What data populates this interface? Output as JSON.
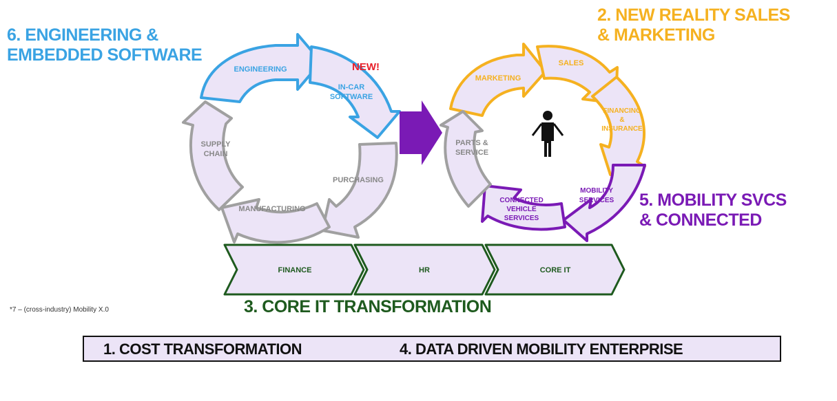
{
  "headings": {
    "engineering": [
      "6. ENGINEERING &",
      "EMBEDDED SOFTWARE"
    ],
    "sales": [
      "2. NEW REALITY SALES",
      "& MARKETING"
    ],
    "mobility": [
      "5. MOBILITY SVCS",
      "& CONNECTED"
    ],
    "core_it": "3. CORE IT TRANSFORMATION"
  },
  "left_cycle": {
    "engineering": "ENGINEERING",
    "new_badge": "NEW!",
    "in_car": [
      "IN-CAR",
      "SOFTWARE"
    ],
    "supply_chain": [
      "SUPPLY",
      "CHAIN"
    ],
    "purchasing": "PURCHASING",
    "manufacturing": "MANUFACTURING"
  },
  "right_cycle": {
    "marketing": "MARKETING",
    "sales": "SALES",
    "financing": [
      "FINANCING",
      "&",
      "INSURANCE"
    ],
    "parts": [
      "PARTS &",
      "SERVICE"
    ],
    "mobility": [
      "MOBILITY",
      "SERVICES"
    ],
    "connected": [
      "CONNECTED",
      "VEHICLE",
      "SERVICES"
    ]
  },
  "chevrons": [
    "FINANCE",
    "HR",
    "CORE IT"
  ],
  "footnote": "*7 – (cross-industry) Mobility X.0",
  "bottom_bar": {
    "left": "1. COST TRANSFORMATION",
    "right": "4. DATA DRIVEN MOBILITY ENTERPRISE"
  },
  "colors": {
    "blue": "#3aa3e3",
    "orange": "#f5b120",
    "purple": "#7a1ab5",
    "grey": "#a0a0a0",
    "green": "#1e5a1e",
    "fill": "#ece4f7",
    "red": "#e8202a"
  }
}
